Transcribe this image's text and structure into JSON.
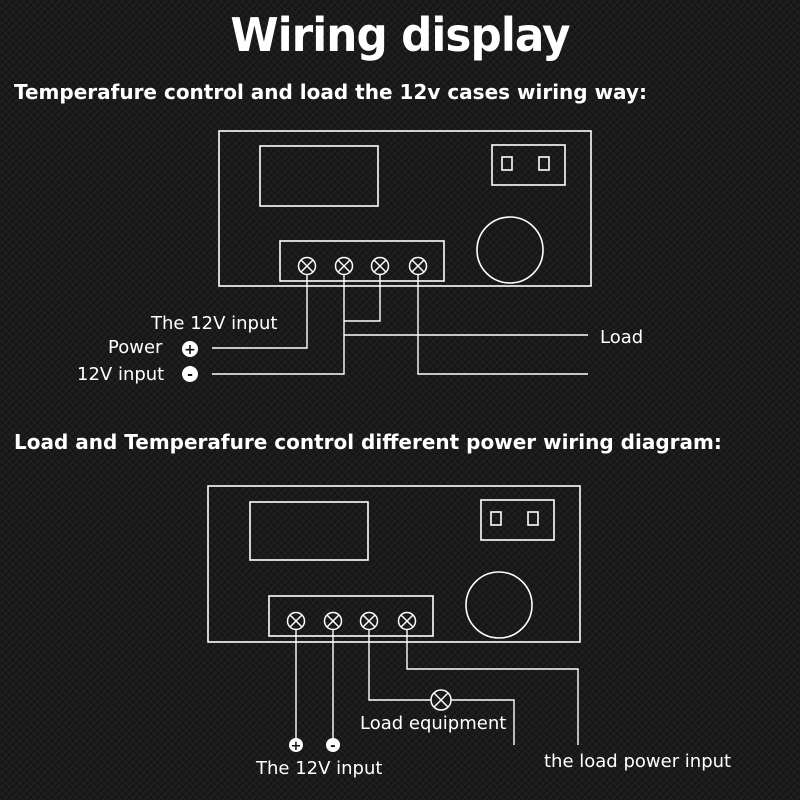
{
  "title": "Wiring display",
  "section1": {
    "heading": "Temperafure control and load the 12v cases wiring way:",
    "label_12v_input": "The 12V input",
    "label_power": "Power",
    "label_12v_input_2": "12V input",
    "label_load": "Load",
    "plus_sign": "+",
    "minus_sign": "-"
  },
  "section2": {
    "heading": "Load and Temperafure control different power wiring diagram:",
    "label_load_equipment": "Load equipment",
    "label_12v_input": "The 12V input",
    "label_load_power_input": "the load power input",
    "plus_sign": "+",
    "minus_sign": "-"
  },
  "colors": {
    "background": "#1b1b1b",
    "line": "#ffffff"
  }
}
